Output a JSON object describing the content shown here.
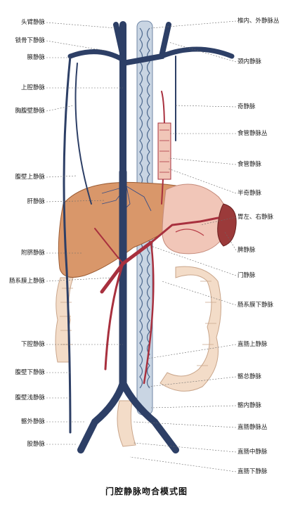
{
  "caption": "门腔静脉吻合模式图",
  "labels_left": [
    "头臂静脉",
    "锁骨下静脉",
    "腋静脉",
    "上腔静脉",
    "胸腹壁静脉",
    "腹壁上静脉",
    "肝静脉",
    "附脐静脉",
    "肠系膜上静脉",
    "下腔静脉",
    "腹壁下静脉",
    "腹壁浅静脉",
    "髂外静脉",
    "股静脉"
  ],
  "labels_right": [
    "椎内、外静脉丛",
    "颈内静脉",
    "奇静脉",
    "食管静脉丛",
    "食管静脉",
    "半奇静脉",
    "胃左、右静脉",
    "脾静脉",
    "门静脉",
    "肠系膜下静脉",
    "直肠上静脉",
    "髂总静脉",
    "髂内静脉",
    "直肠静脉丛",
    "直肠中静脉",
    "直肠下静脉"
  ],
  "colors": {
    "vein": "#2d3f66",
    "portal": "#a8303e",
    "liver": "#d9976a",
    "stomach": "#f1c6b8",
    "intestine": "#f3dcc8",
    "spleen": "#9b3a3a",
    "plexus": "#c9d5e3"
  }
}
